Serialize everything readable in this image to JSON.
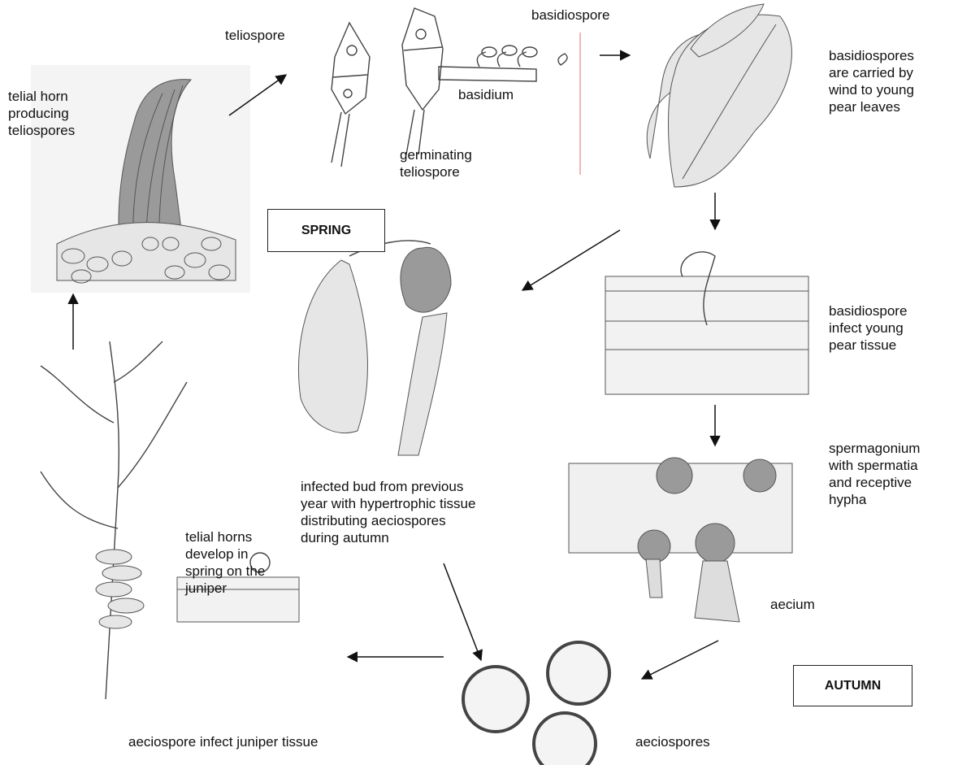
{
  "labels": {
    "teliospore": "teliospore",
    "basidiospore": "basidiospore",
    "telial_horn": "telial horn\nproducing\nteliospores",
    "basidium": "basidium",
    "germinating": "germinating\nteliospore",
    "carried": "basidiospores\nare carried by\nwind to young\npear leaves",
    "infect_pear": "basidiospore\ninfect young\npear tissue",
    "spermagonium": "spermagonium\nwith spermatia\nand receptive\nhypha",
    "infected_bud": "infected bud from previous\nyear with hypertrophic tissue\ndistributing aeciospores\nduring autumn",
    "telial_develop": "telial horns\ndevelop in\nspring on the\njuniper",
    "aecium": "aecium",
    "aeciospores": "aeciospores",
    "aeciospore_infect": "aeciospore infect juniper tissue"
  },
  "seasons": {
    "spring": "SPRING",
    "autumn": "AUTUMN"
  },
  "colors": {
    "ink": "#444444",
    "background": "#ffffff",
    "accent_line": "#e07070"
  }
}
